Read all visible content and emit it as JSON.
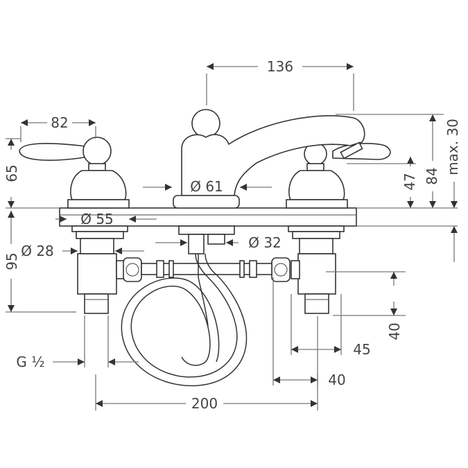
{
  "drawing": {
    "colors": {
      "line": "#333333",
      "dimension": "#777777",
      "arrow": "#333333",
      "text": "#444444"
    },
    "dimensions": {
      "spout_reach": "136",
      "handle_width": "82",
      "handle_height": "65",
      "base_diameter_center": "Ø 61",
      "total_height": "84",
      "spout_height": "47",
      "max_thickness": "max. 30",
      "base_diameter_side": "Ø 55",
      "shank_diameter_center": "Ø 32",
      "shank_diameter_side": "Ø 28",
      "shank_length": "95",
      "thread": "G ½",
      "valve_depth": "40",
      "valve_width": "45",
      "connector_width": "40",
      "center_spacing": "200"
    }
  }
}
